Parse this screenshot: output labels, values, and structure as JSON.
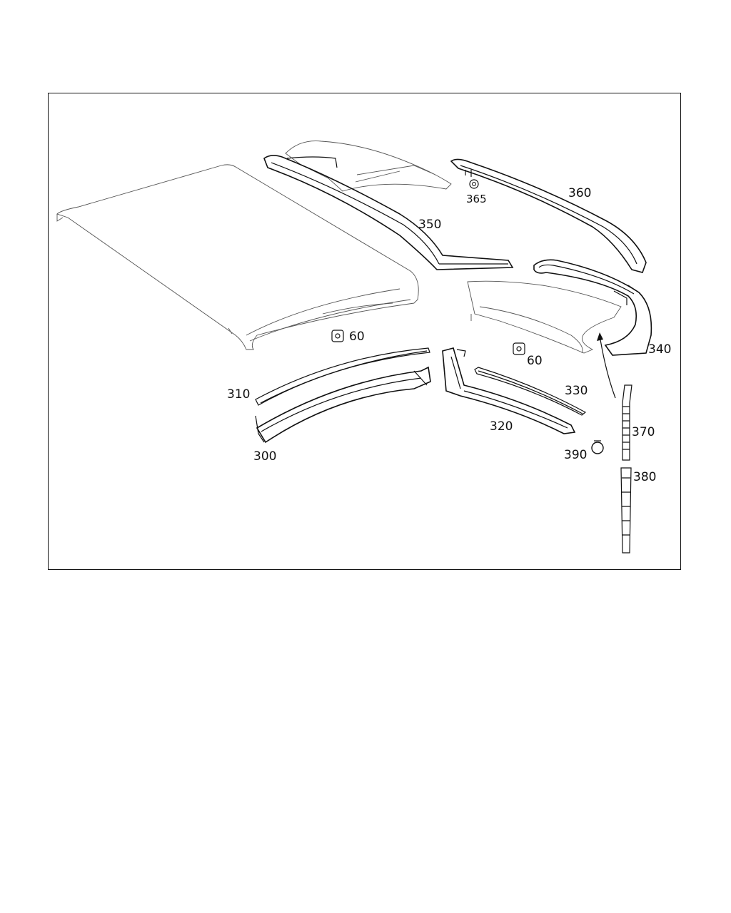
{
  "labels": {
    "p60a": "60",
    "p60b": "60",
    "p300": "300",
    "p310": "310",
    "p320": "320",
    "p330": "330",
    "p340": "340",
    "p350": "350",
    "p360": "360",
    "p365": "365",
    "p370": "370",
    "p380": "380",
    "p390": "390"
  }
}
